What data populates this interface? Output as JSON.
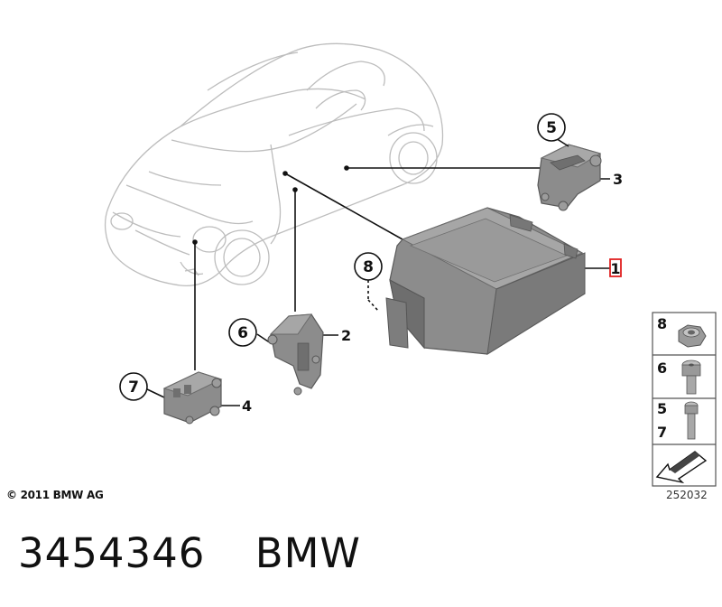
{
  "callouts": {
    "part_1": "1",
    "part_2": "2",
    "part_3": "3",
    "part_4": "4",
    "part_5": "5",
    "part_6": "6",
    "part_7": "7",
    "part_8": "8"
  },
  "legend": {
    "row_1": "8",
    "row_2": "6",
    "row_3_a": "5",
    "row_3_b": "7"
  },
  "copyright": "© 2011 BMW AG",
  "diagram_number": "252032",
  "footer": {
    "part_number": "3454346",
    "brand": "BMW"
  },
  "colors": {
    "highlight": "#e02020",
    "part_fill": "#8c8c8c",
    "car_outline": "#bdbdbd"
  }
}
